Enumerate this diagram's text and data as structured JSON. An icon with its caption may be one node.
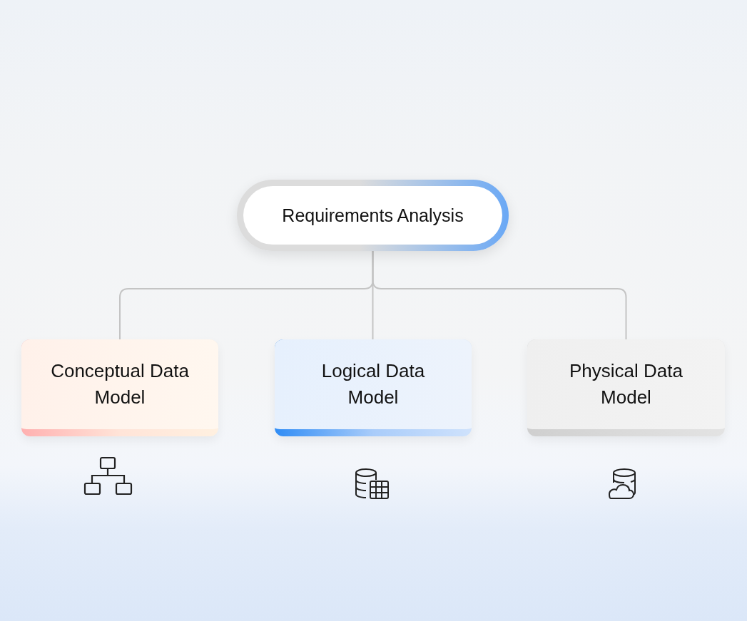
{
  "diagram": {
    "nodes": [
      {
        "text": [
          "Requirements Analysis"
        ]
      },
      {
        "text": [
          "Conceptual Data Model"
        ]
      },
      {
        "text": [
          "Logical Data Model"
        ]
      },
      {
        "text": [
          "Physical Data Model"
        ]
      }
    ],
    "edges": [
      {
        "from": 0,
        "to": 1,
        "arrow": "none"
      },
      {
        "from": 0,
        "to": 2,
        "arrow": "none"
      },
      {
        "from": 0,
        "to": 3,
        "arrow": "none"
      }
    ]
  }
}
